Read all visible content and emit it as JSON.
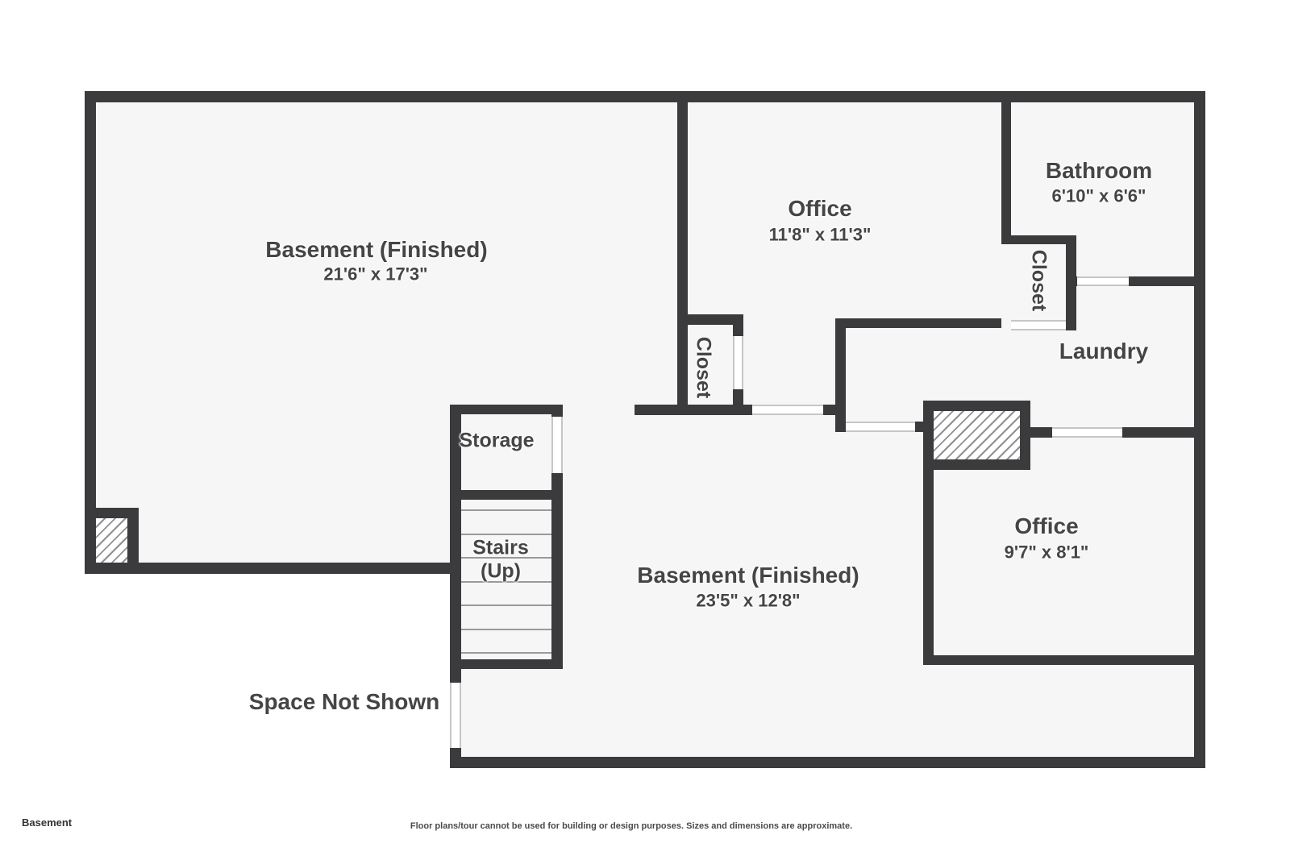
{
  "floor_name": "Basement",
  "disclaimer": "Floor plans/tour cannot be used for building or design purposes. Sizes and dimensions are approximate.",
  "rooms": {
    "basement_main": {
      "name": "Basement (Finished)",
      "dimensions": "21'6\" x 17'3\""
    },
    "office_top": {
      "name": "Office",
      "dimensions": "11'8\" x 11'3\""
    },
    "bathroom": {
      "name": "Bathroom",
      "dimensions": "6'10\" x 6'6\""
    },
    "closet_upper": {
      "name": "Closet"
    },
    "closet_middle": {
      "name": "Closet"
    },
    "laundry": {
      "name": "Laundry"
    },
    "storage": {
      "name": "Storage"
    },
    "stairs": {
      "name": "Stairs",
      "direction": "(Up)"
    },
    "basement_lower": {
      "name": "Basement (Finished)",
      "dimensions": "23'5\" x 12'8\""
    },
    "office_lower": {
      "name": "Office",
      "dimensions": "9'7\" x 8'1\""
    },
    "space_not_shown": {
      "name": "Space Not Shown"
    }
  },
  "colors": {
    "wall": "#3b3b3d",
    "floor": "#f6f6f6",
    "label": "#454547",
    "step_line": "#9a9a9a",
    "door": "#ffffff"
  }
}
